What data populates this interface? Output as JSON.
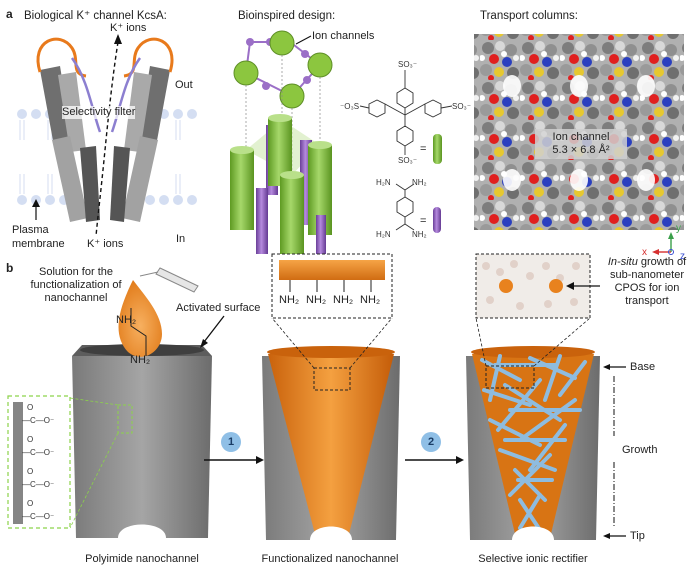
{
  "panel_a": {
    "label": "a",
    "kcsa_title": "Biological K⁺ channel KcsA:",
    "k_ions_top": "K⁺ ions",
    "out": "Out",
    "selectivity_filter": "Selectivity filter",
    "plasma": "Plasma",
    "membrane": "membrane",
    "k_ions_bottom": "K⁺ ions",
    "in": "In",
    "bio_title": "Bioinspired design:",
    "ion_channels": "Ion channels",
    "eq1": "=",
    "eq2": "=",
    "transport_title": "Transport columns:",
    "ion_channel_line1": "Ion channel",
    "ion_channel_line2": "5.3 × 6.8 Å²",
    "axis_y": "y",
    "axis_x": "x",
    "axis_z": "z"
  },
  "panel_b": {
    "label": "b",
    "solution_line1": "Solution for the",
    "solution_line2": "functionalization of",
    "solution_line3": "nanochannel",
    "activated_surface": "Activated surface",
    "nh2_a": "NH₂",
    "nh2_b": "NH₂",
    "nh2_row": [
      "NH₂",
      "NH₂",
      "NH₂",
      "NH₂"
    ],
    "carboxyl": [
      "O",
      "—C—O⁻",
      "O",
      "—C—O⁻",
      "O",
      "—C—O⁻",
      "O",
      "—C—O⁻"
    ],
    "step1": "1",
    "step2": "2",
    "insitu_line1": "In-situ growth of",
    "insitu_line2": "sub-nanometer",
    "insitu_line3": "CPOS for ion",
    "insitu_line4": "transport",
    "base": "Base",
    "growth": "Growth",
    "tip": "Tip",
    "caption1": "Polyimide nanochannel",
    "caption2": "Functionalized nanochannel",
    "caption3": "Selective ionic rectifier"
  },
  "chem": {
    "so3_top": "SO₃⁻",
    "so3_left": "⁻O₃S",
    "so3_right": "SO₃⁻",
    "so3_bottom": "SO₃⁻",
    "nh2_tl": "NH₂",
    "h2n_tl": "H₂N",
    "nh2_bl": "NH₂",
    "h2n_bl": "H₂N"
  },
  "colors": {
    "green": "#8cc63f",
    "purple": "#9b6fc7",
    "orange": "#e8821e",
    "gray": "#8a8a8a",
    "blue_crystal": "#8fbfe6"
  }
}
